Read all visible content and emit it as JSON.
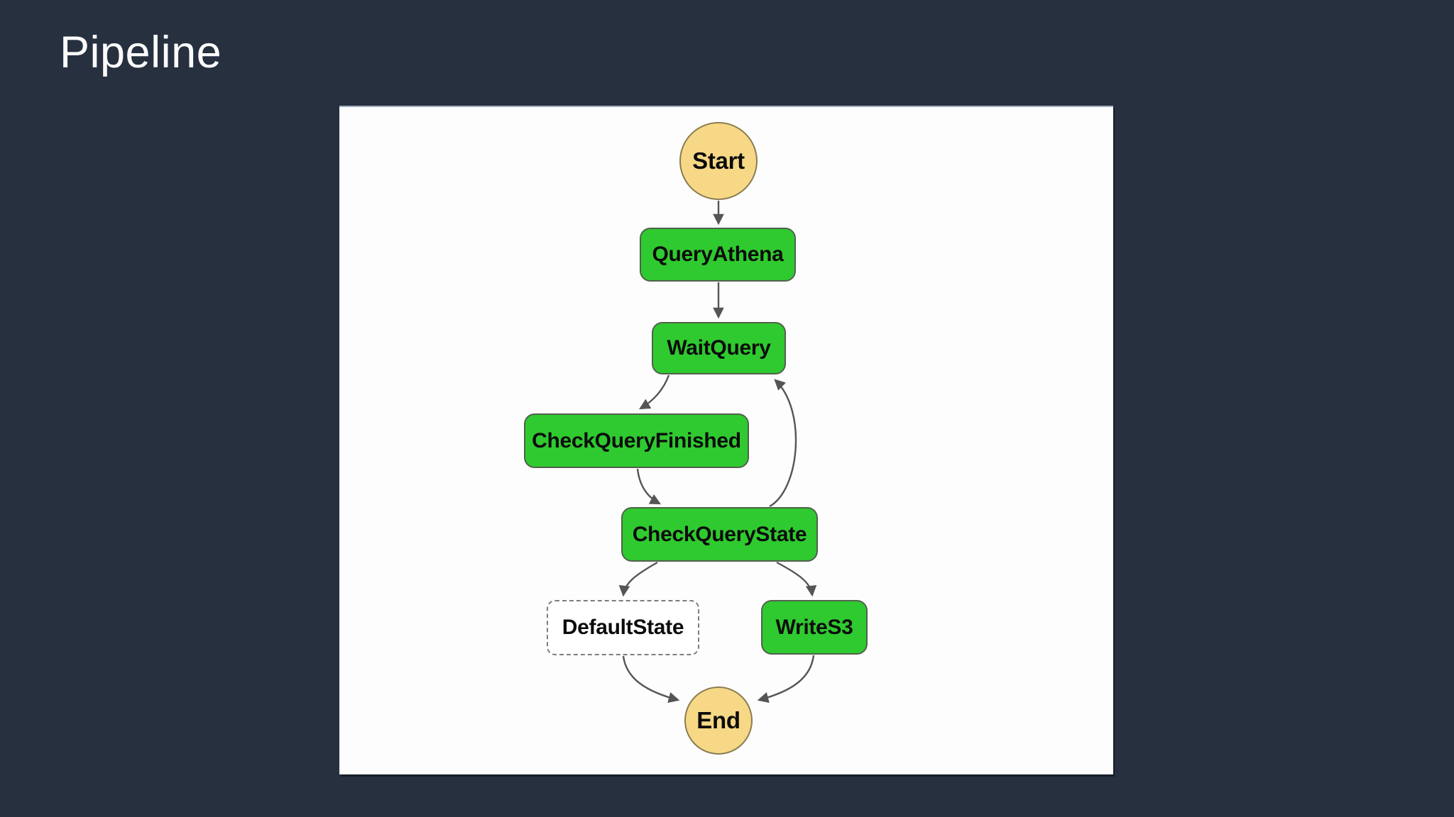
{
  "page": {
    "title": "Pipeline",
    "background_color": "#26303f",
    "title_color": "#fbfbfc"
  },
  "diagram": {
    "type": "state-machine-flowchart",
    "panel_background": "#fdfdfe",
    "colors": {
      "task_fill": "#2fca2f",
      "task_border": "#51614d",
      "terminal_fill": "#f6d886",
      "terminal_border": "#8b7d52",
      "dashed_border": "#7d7d7d",
      "edge": "#555555",
      "node_text": "#0c0c0c"
    },
    "nodes": [
      {
        "id": "start",
        "label": "Start",
        "shape": "circle"
      },
      {
        "id": "query-athena",
        "label": "QueryAthena",
        "shape": "rounded-rect"
      },
      {
        "id": "wait-query",
        "label": "WaitQuery",
        "shape": "rounded-rect"
      },
      {
        "id": "check-query-finished",
        "label": "CheckQueryFinished",
        "shape": "rounded-rect"
      },
      {
        "id": "check-query-state",
        "label": "CheckQueryState",
        "shape": "rounded-rect"
      },
      {
        "id": "default-state",
        "label": "DefaultState",
        "shape": "dashed-rect"
      },
      {
        "id": "write-s3",
        "label": "WriteS3",
        "shape": "rounded-rect"
      },
      {
        "id": "end",
        "label": "End",
        "shape": "circle"
      }
    ],
    "edges": [
      {
        "from": "Start",
        "to": "QueryAthena"
      },
      {
        "from": "QueryAthena",
        "to": "WaitQuery"
      },
      {
        "from": "WaitQuery",
        "to": "CheckQueryFinished"
      },
      {
        "from": "CheckQueryFinished",
        "to": "CheckQueryState"
      },
      {
        "from": "CheckQueryState",
        "to": "WaitQuery",
        "note": "loop-back"
      },
      {
        "from": "CheckQueryState",
        "to": "DefaultState"
      },
      {
        "from": "CheckQueryState",
        "to": "WriteS3"
      },
      {
        "from": "DefaultState",
        "to": "End"
      },
      {
        "from": "WriteS3",
        "to": "End"
      }
    ]
  }
}
